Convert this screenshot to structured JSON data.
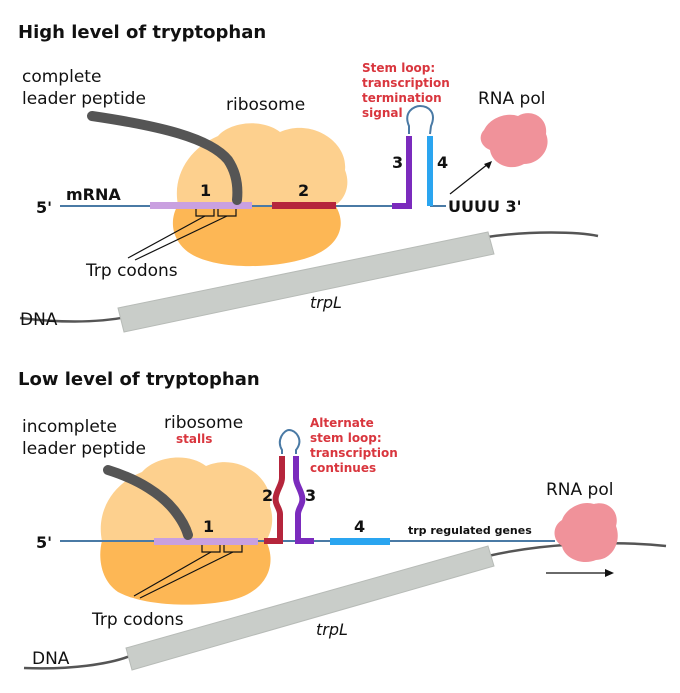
{
  "top": {
    "title": "High level of tryptophan",
    "peptide_line1": "complete",
    "peptide_line2": "leader peptide",
    "ribosome": "ribosome",
    "stem_line1": "Stem loop:",
    "stem_line2": "transcription",
    "stem_line3": "termination",
    "stem_line4": "signal",
    "rna_pol": "RNA pol",
    "five_prime": "5'",
    "mrna": "mRNA",
    "region1": "1",
    "region2": "2",
    "region3": "3",
    "region4": "4",
    "three_prime": "UUUU 3'",
    "trp_codons": "Trp codons",
    "dna": "DNA",
    "gene": "trpL"
  },
  "bottom": {
    "title": "Low level of tryptophan",
    "peptide_line1": "incomplete",
    "peptide_line2": "leader peptide",
    "ribosome": "ribosome",
    "stalls": "stalls",
    "alt_line1": "Alternate",
    "alt_line2": "stem loop:",
    "alt_line3": "transcription",
    "alt_line4": "continues",
    "rna_pol": "RNA pol",
    "five_prime": "5'",
    "region1": "1",
    "region2": "2",
    "region3": "3",
    "region4": "4",
    "regulated": "trp regulated genes",
    "trp_codons": "Trp codons",
    "dna": "DNA",
    "gene": "trpL"
  },
  "colors": {
    "ribosome_light": "#fdd08e",
    "ribosome_dark": "#fdb755",
    "region1": "#c9a0e0",
    "region2": "#b5253c",
    "region3": "#7b2bbd",
    "region4": "#2aa5f0",
    "mrna": "#4a7aa5",
    "dna": "#555555",
    "dna_gene": "#c9cdc9",
    "rna_pol": "#f0929a",
    "peptide": "#555555",
    "annotation": "#d9363e"
  }
}
